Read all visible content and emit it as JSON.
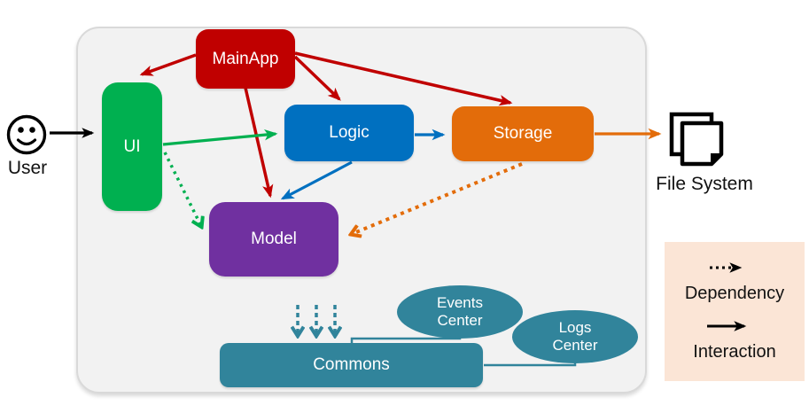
{
  "diagram": {
    "nodes": {
      "mainapp": {
        "label": "MainApp",
        "color": "#C00000",
        "shape": "rounded-rect"
      },
      "ui": {
        "label": "UI",
        "color": "#00B050",
        "shape": "rounded-rect"
      },
      "logic": {
        "label": "Logic",
        "color": "#0070C0",
        "shape": "rounded-rect"
      },
      "storage": {
        "label": "Storage",
        "color": "#E36C0A",
        "shape": "rounded-rect"
      },
      "model": {
        "label": "Model",
        "color": "#7030A0",
        "shape": "rounded-rect"
      },
      "commons": {
        "label": "Commons",
        "color": "#31849B",
        "shape": "rounded-rect"
      },
      "events_center": {
        "line1": "Events",
        "line2": "Center",
        "color": "#31849B",
        "shape": "ellipse"
      },
      "logs_center": {
        "line1": "Logs",
        "line2": "Center",
        "color": "#31849B",
        "shape": "ellipse"
      }
    },
    "externals": {
      "user": {
        "label": "User",
        "icon": "smiley-face-icon"
      },
      "file_system": {
        "label": "File System",
        "icon": "documents-stack-icon"
      }
    },
    "legend": {
      "dependency": "Dependency",
      "interaction": "Interaction",
      "background": "#FBE5D6"
    },
    "edges": [
      {
        "from": "User",
        "to": "UI",
        "type": "interaction",
        "color": "#000000"
      },
      {
        "from": "MainApp",
        "to": "UI",
        "type": "interaction",
        "color": "#C00000"
      },
      {
        "from": "MainApp",
        "to": "Logic",
        "type": "interaction",
        "color": "#C00000"
      },
      {
        "from": "MainApp",
        "to": "Storage",
        "type": "interaction",
        "color": "#C00000"
      },
      {
        "from": "MainApp",
        "to": "Model",
        "type": "interaction",
        "color": "#C00000"
      },
      {
        "from": "UI",
        "to": "Logic",
        "type": "interaction",
        "color": "#00B050"
      },
      {
        "from": "UI",
        "to": "Model",
        "type": "dependency",
        "color": "#00B050"
      },
      {
        "from": "Logic",
        "to": "Storage",
        "type": "interaction",
        "color": "#0070C0"
      },
      {
        "from": "Logic",
        "to": "Model",
        "type": "interaction",
        "color": "#0070C0"
      },
      {
        "from": "Storage",
        "to": "File System",
        "type": "interaction",
        "color": "#E36C0A"
      },
      {
        "from": "Storage",
        "to": "Model",
        "type": "dependency",
        "color": "#E36C0A"
      },
      {
        "from": "above",
        "to": "Commons",
        "type": "dependency",
        "color": "#31849B"
      },
      {
        "from": "Events Center",
        "to": "Commons",
        "type": "connector",
        "color": "#31849B"
      },
      {
        "from": "Logs Center",
        "to": "Commons",
        "type": "connector",
        "color": "#31849B"
      }
    ],
    "colors": {
      "container_fill": "#F2F2F2",
      "container_border": "#D9D9D9",
      "background": "#FFFFFF"
    }
  }
}
